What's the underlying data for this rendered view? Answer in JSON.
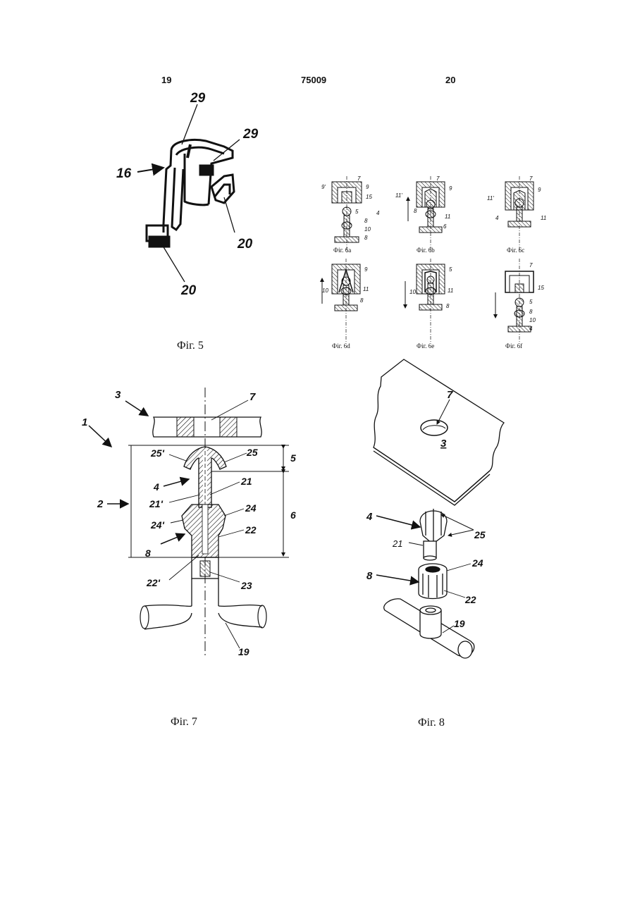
{
  "header": {
    "left": "19",
    "center": "75009",
    "right": "20"
  },
  "fig5": {
    "caption": "Фіг. 5",
    "labels": {
      "top": "29",
      "right": "29",
      "arrow": "16",
      "lower_right": "20",
      "bottom": "20"
    }
  },
  "fig6": [
    {
      "caption": "Фіг. 6a",
      "labels": [
        "7",
        "9",
        "9'",
        "15",
        "5",
        "4",
        "8",
        "10",
        "8"
      ]
    },
    {
      "caption": "Фіг. 6b",
      "labels": [
        "7",
        "9",
        "11'",
        "8",
        "11",
        "6"
      ]
    },
    {
      "caption": "Фіг. 6c",
      "labels": [
        "7",
        "9",
        "11'",
        "4",
        "11"
      ]
    },
    {
      "caption": "Фіг. 6d",
      "labels": [
        "9",
        "10",
        "11",
        "8"
      ]
    },
    {
      "caption": "Фіг. 6e",
      "labels": [
        "5",
        "10",
        "11",
        "8"
      ]
    },
    {
      "caption": "Фіг. 6f",
      "labels": [
        "7",
        "15",
        "5",
        "8",
        "10",
        "4"
      ]
    }
  ],
  "fig7": {
    "caption": "Фіг. 7",
    "labels": {
      "l3": "3",
      "l7": "7",
      "l1": "1",
      "l25p": "25'",
      "l25": "25",
      "l5": "5",
      "l4": "4",
      "l21": "21",
      "l21p": "21'",
      "l2": "2",
      "l24": "24",
      "l24p": "24'",
      "l6": "6",
      "l22": "22",
      "l8": "8",
      "l22p": "22'",
      "l23": "23",
      "l19": "19"
    }
  },
  "fig8": {
    "caption": "Фіг. 8",
    "labels": {
      "l7": "7",
      "l3": "3",
      "l4": "4",
      "l25": "25",
      "l21": "21",
      "l24": "24",
      "l8": "8",
      "l22": "22",
      "l19": "19"
    }
  }
}
